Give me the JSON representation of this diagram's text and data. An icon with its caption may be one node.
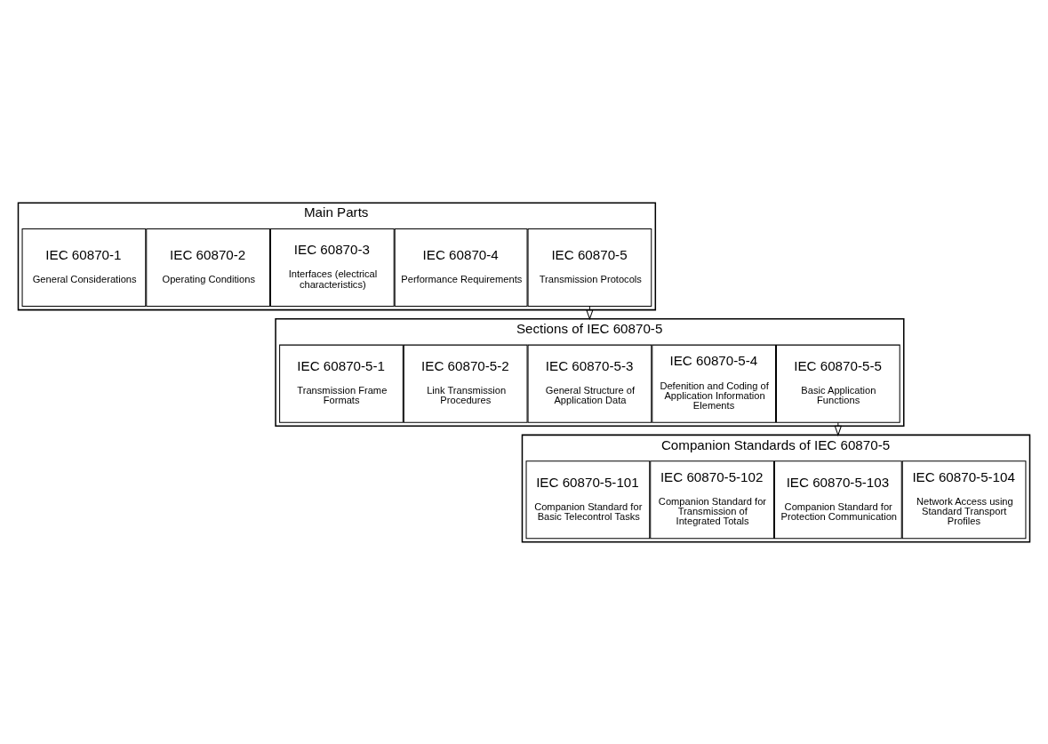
{
  "diagram": {
    "nodes": [
      {
        "text": [
          "Main Parts"
        ]
      },
      {
        "text": [
          "IEC 60870-1",
          "General Considerations"
        ],
        "in": 0
      },
      {
        "text": [
          "IEC 60870-2",
          "Operating Conditions"
        ],
        "in": 0
      },
      {
        "text": [
          "IEC 60870-3",
          "Interfaces (electrical characteristics)"
        ],
        "in": 0
      },
      {
        "text": [
          "IEC 60870-4",
          "Performance Requirements"
        ],
        "in": 0
      },
      {
        "text": [
          "IEC 60870-5",
          "Transmission Protocols"
        ],
        "in": 0
      },
      {
        "text": [
          "Sections of IEC 60870-5"
        ]
      },
      {
        "text": [
          "IEC 60870-5-1",
          "Transmission Frame Formats"
        ],
        "in": 6
      },
      {
        "text": [
          "IEC 60870-5-2",
          "Link Transmission Procedures"
        ],
        "in": 6
      },
      {
        "text": [
          "IEC 60870-5-3",
          "General Structure of Application Data"
        ],
        "in": 6
      },
      {
        "text": [
          "IEC 60870-5-4",
          "Defenition and Coding of Application Information Elements"
        ],
        "in": 6
      },
      {
        "text": [
          "IEC 60870-5-5",
          "Basic Application Functions"
        ],
        "in": 6
      },
      {
        "text": [
          "Companion Standards of IEC 60870-5"
        ]
      },
      {
        "text": [
          "IEC 60870-5-101",
          "Companion Standard for Basic Telecontrol Tasks"
        ],
        "in": 12
      },
      {
        "text": [
          "IEC 60870-5-102",
          "Companion Standard for Transmission of Integrated Totals"
        ],
        "in": 12
      },
      {
        "text": [
          "IEC 60870-5-103",
          "Companion Standard for Protection Communication"
        ],
        "in": 12
      },
      {
        "text": [
          "IEC 60870-5-104",
          "Network Access using Standard Transport Profiles"
        ],
        "in": 12
      }
    ],
    "edges": [
      {
        "from": 5,
        "to": 6,
        "arrow": "to"
      },
      {
        "from": 11,
        "to": 12,
        "arrow": "to"
      }
    ]
  }
}
